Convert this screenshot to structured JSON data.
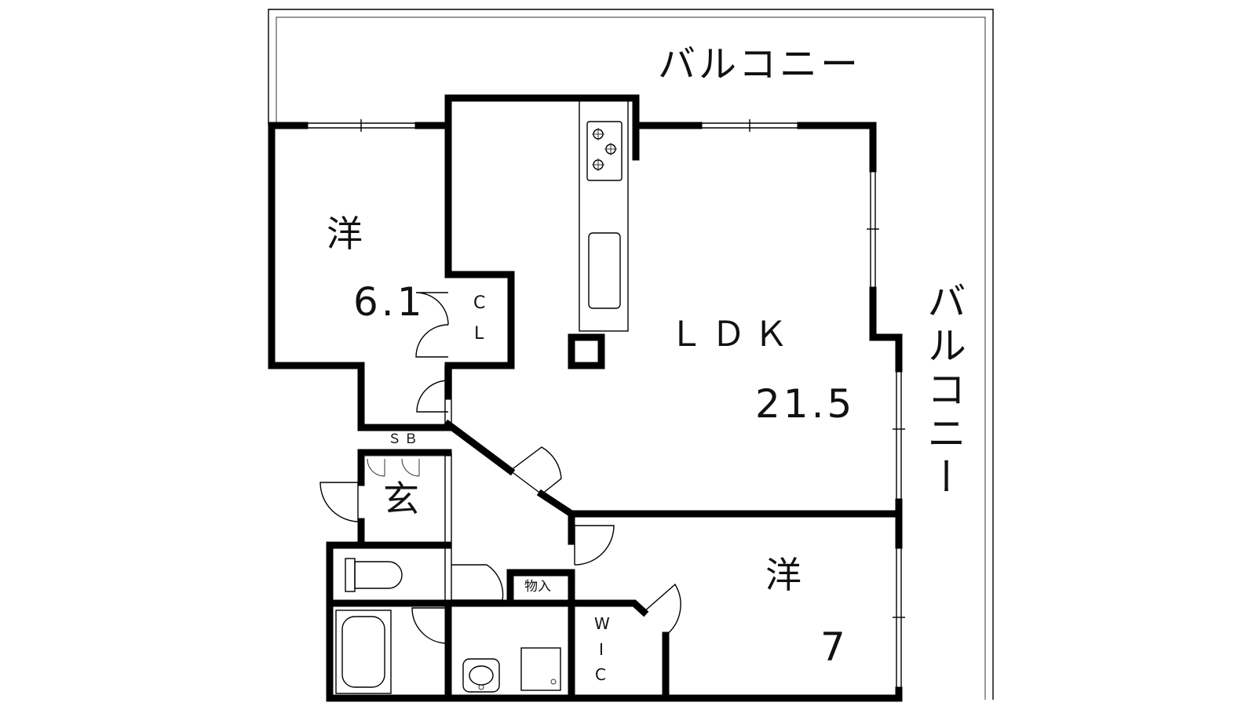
{
  "balcony": {
    "top_label": "バルコニー",
    "right_label": "バルコニー"
  },
  "rooms": {
    "western_1": {
      "name": "洋",
      "size": "6.1"
    },
    "closet": {
      "line1": "C",
      "line2": "L"
    },
    "ldk": {
      "name": "ＬＤＫ",
      "size": "21.5"
    },
    "shoe_box": {
      "name": "ＳＢ"
    },
    "entrance": {
      "name": "玄"
    },
    "storage": {
      "name": "物入"
    },
    "wic": {
      "line1": "W",
      "line2": "I",
      "line3": "C"
    },
    "western_2": {
      "name": "洋",
      "size": "7"
    }
  }
}
